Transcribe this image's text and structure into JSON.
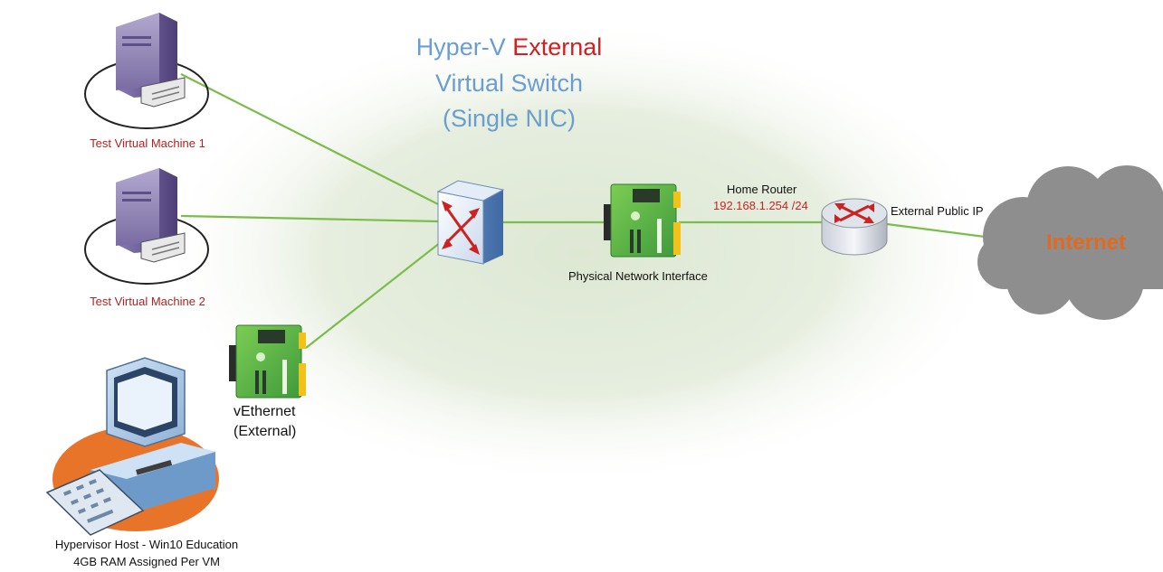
{
  "title": {
    "line1_prefix": "Hyper-V",
    "line1_highlight": "External",
    "line2": "Virtual Switch",
    "line3": "(Single NIC)"
  },
  "nodes": {
    "vm1": {
      "label": "Test Virtual Machine 1",
      "icon": "server-tower-icon"
    },
    "vm2": {
      "label": "Test Virtual Machine 2",
      "icon": "server-tower-icon"
    },
    "vswitch": {
      "icon": "network-switch-icon"
    },
    "vethernet": {
      "label_line1": "vEthernet",
      "label_line2": "(External)",
      "icon": "network-card-icon"
    },
    "physical_nic": {
      "label": "Physical Network Interface",
      "icon": "network-card-icon"
    },
    "router": {
      "label": "Home Router",
      "ip": "192.168.1.254 /24",
      "icon": "router-icon"
    },
    "internet": {
      "label": "Internet",
      "icon": "cloud-icon"
    },
    "host": {
      "label_line1": "Hypervisor Host - Win10 Education",
      "label_line2": "4GB RAM Assigned Per VM",
      "icon": "desktop-computer-icon"
    }
  },
  "links": {
    "router_to_internet": {
      "label": "External Public IP"
    }
  },
  "colors": {
    "title_blue": "#6a9ecf",
    "highlight_red": "#cc2222",
    "vm_label_red": "#b22222",
    "link_green": "#7bbd4a",
    "internet_orange": "#e06a1f",
    "cloud_gray": "#8e8e8e",
    "nic_green": "#5cb85c",
    "server_purple": "#6b5a92",
    "host_base_orange": "#e8742a"
  }
}
